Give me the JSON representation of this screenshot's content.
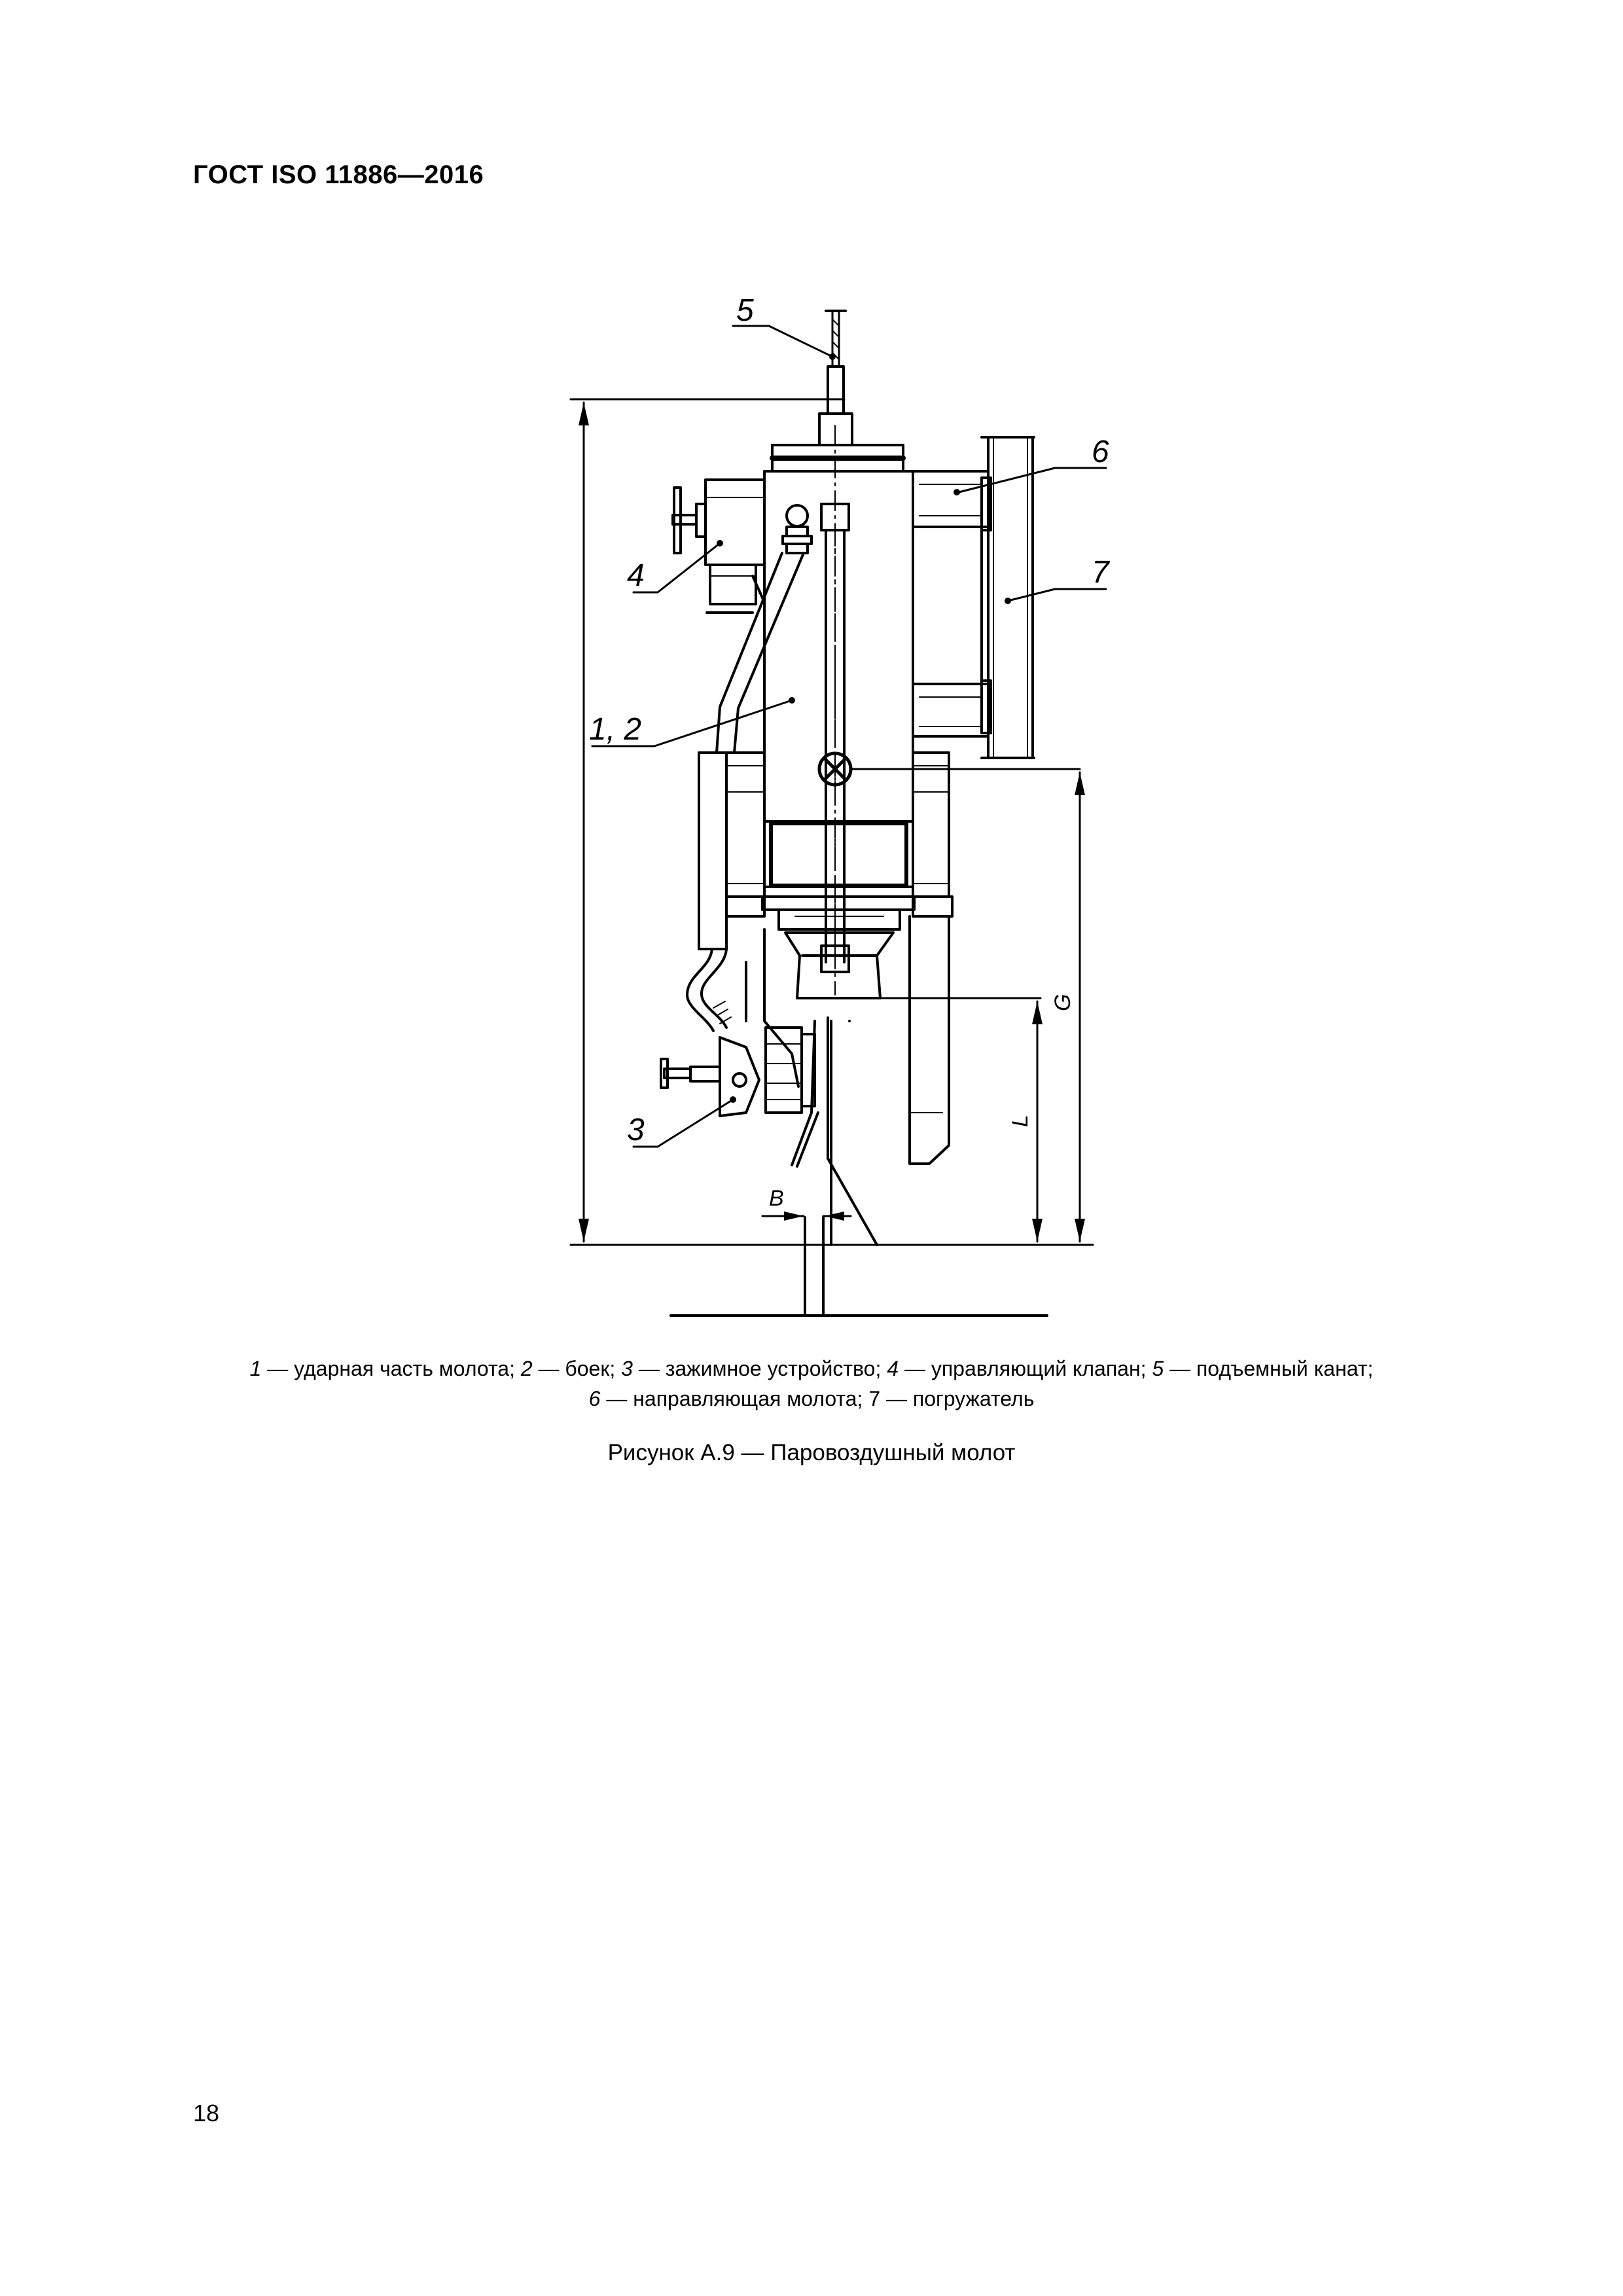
{
  "header": {
    "standard": "ГОСТ ISO 11886—2016"
  },
  "figure": {
    "callouts": {
      "c5": "5",
      "c6": "6",
      "c7": "7",
      "c4": "4",
      "c12": "1, 2",
      "c3": "3"
    },
    "dimensions": {
      "g": "G",
      "l": "L",
      "b": "B"
    }
  },
  "legend": {
    "items": [
      {
        "num": "1",
        "text": "ударная часть молота;"
      },
      {
        "num": "2",
        "text": "боек;"
      },
      {
        "num": "3",
        "text": "зажимное устройство;"
      },
      {
        "num": "4",
        "text": "управляющий клапан;"
      },
      {
        "num": "5",
        "text": "подъемный канат;"
      },
      {
        "num": "6",
        "text": "направляющая молота;"
      },
      {
        "num": "7",
        "text": "погружатель"
      }
    ],
    "dash": "—"
  },
  "caption": "Рисунок А.9 — Паровоздушный молот",
  "page_number": "18"
}
